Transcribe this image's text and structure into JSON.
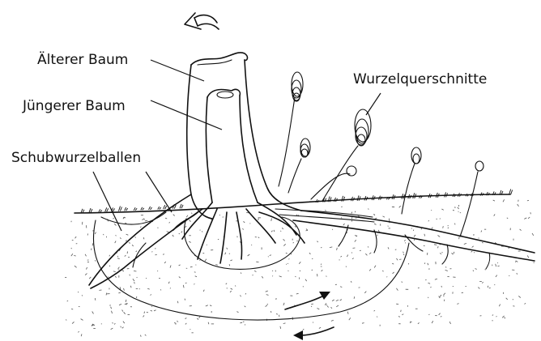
{
  "labels": {
    "older_tree": "Älterer Baum",
    "younger_tree": "Jüngerer Baum",
    "root_ball": "Schubwurzelballen",
    "root_cross_sections": "Wurzelquerschnitte"
  },
  "colors": {
    "ink": "#111111",
    "background": "#ffffff",
    "soil_speckle": "#555555"
  },
  "icons": [
    "rotation-arrow-icon",
    "flow-arrow-icon"
  ]
}
